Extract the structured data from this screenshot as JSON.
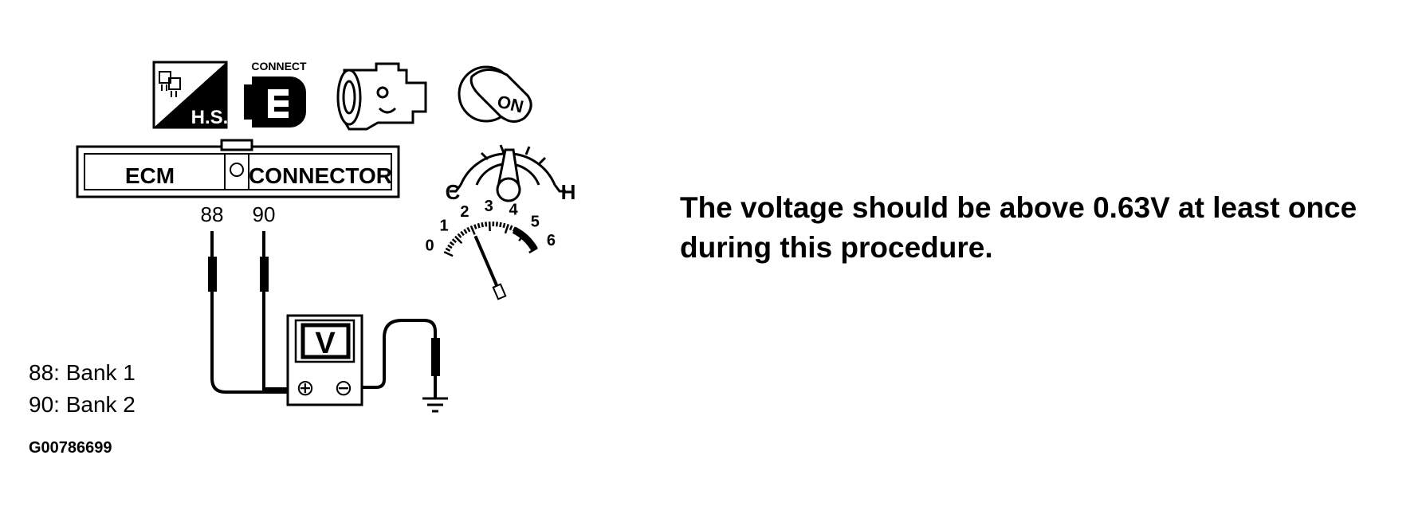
{
  "icons": {
    "hs": {
      "icon": "hot-soak-hs-icon",
      "label": "H.S."
    },
    "connect": {
      "icon": "connect-icon",
      "label": "CONNECT"
    },
    "engine": {
      "icon": "engine-icon"
    },
    "ignition": {
      "icon": "ignition-key-on-icon",
      "label": "ON"
    }
  },
  "ecm_connector": {
    "label_left": "ECM",
    "label_right": "CONNECTOR",
    "pins": [
      "88",
      "90"
    ]
  },
  "temp_gauge": {
    "cold": "C",
    "hot": "H"
  },
  "tachometer": {
    "scale": [
      "0",
      "1",
      "2",
      "3",
      "4",
      "5",
      "6"
    ],
    "needle_value": 2
  },
  "voltmeter": {
    "label": "V",
    "plus": "⊕",
    "minus": "⊖"
  },
  "instruction": {
    "line1": "The voltage should be above 0.63V at least once",
    "line2": "during this procedure."
  },
  "legend": [
    {
      "text": "88: Bank 1"
    },
    {
      "text": "90: Bank 2"
    }
  ],
  "figure_id": "G00786699"
}
